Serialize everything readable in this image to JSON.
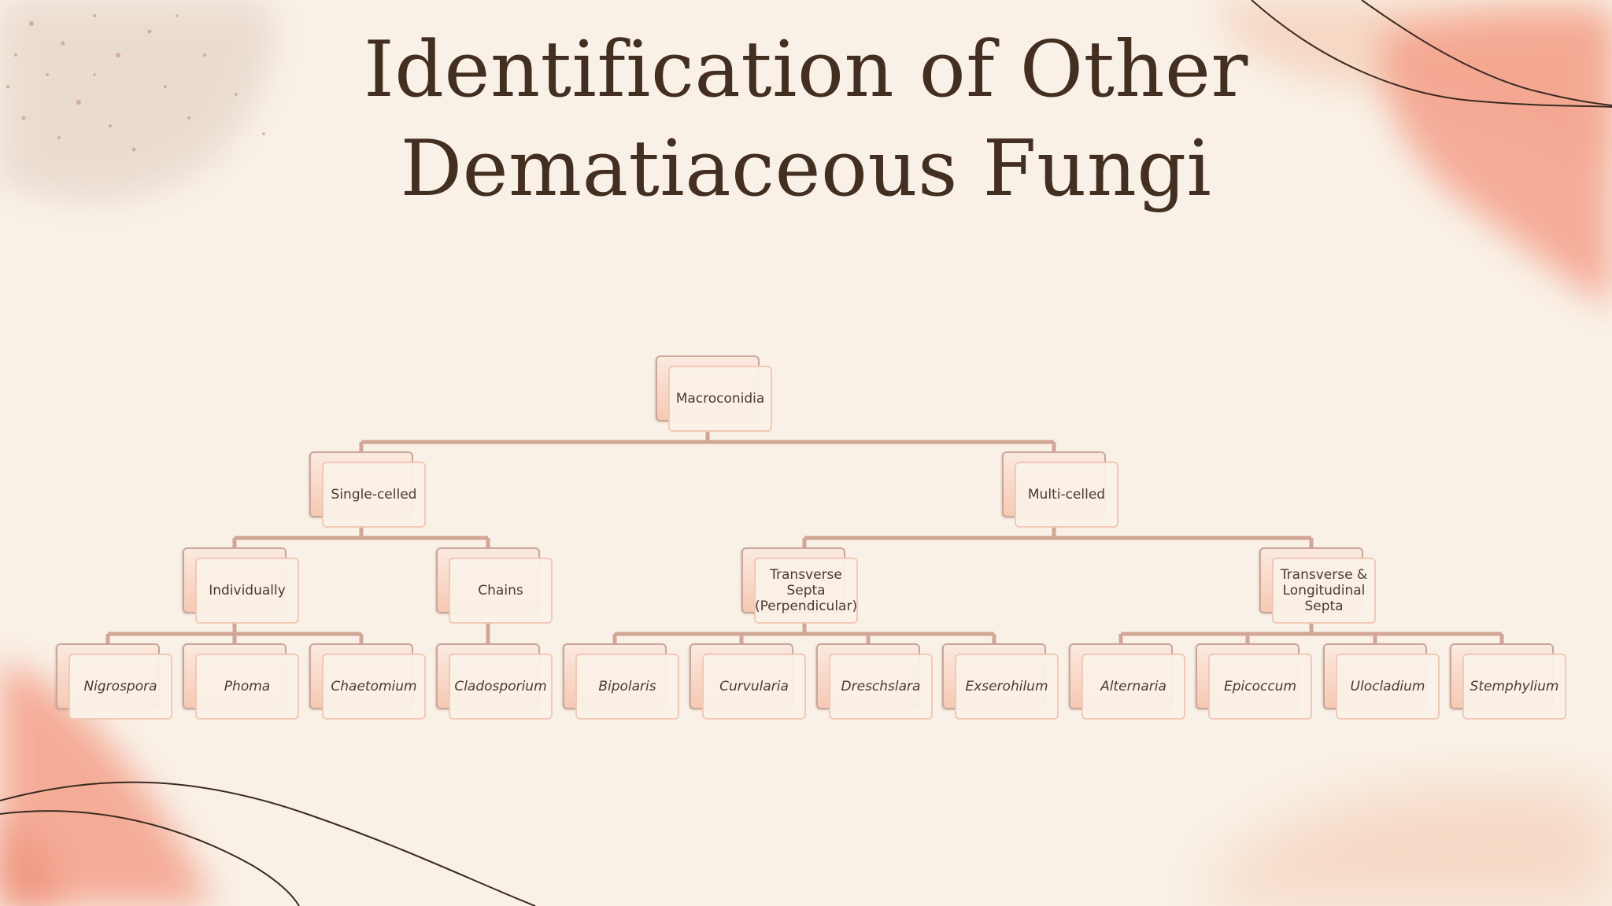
{
  "title": "Identification of Other Dematiaceous Fungi",
  "colors": {
    "background": "#f9f1e7",
    "title": "#432f22",
    "connector": "#d3a596",
    "node_fill": "#faf1e8",
    "node_border": "#f2c8b6",
    "accent_blob": "#f4a08a"
  },
  "tree": {
    "root": "Macroconidia",
    "level1": {
      "single": "Single-celled",
      "multi": "Multi-celled"
    },
    "level2": {
      "individually": "Individually",
      "chains": "Chains",
      "transverse": "Transverse Septa (Perpendicular)",
      "trans_long": "Transverse & Longitudinal Septa"
    },
    "leaves": {
      "nigrospora": "Nigrospora",
      "phoma": "Phoma",
      "chaetomium": "Chaetomium",
      "cladosporium": "Cladosporium",
      "bipolaris": "Bipolaris",
      "curvularia": "Curvularia",
      "dreschslara": "Dreschslara",
      "exserohilum": "Exserohilum",
      "alternaria": "Alternaria",
      "epicoccum": "Epicoccum",
      "ulocladium": "Ulocladium",
      "stemphylium": "Stemphylium"
    }
  }
}
